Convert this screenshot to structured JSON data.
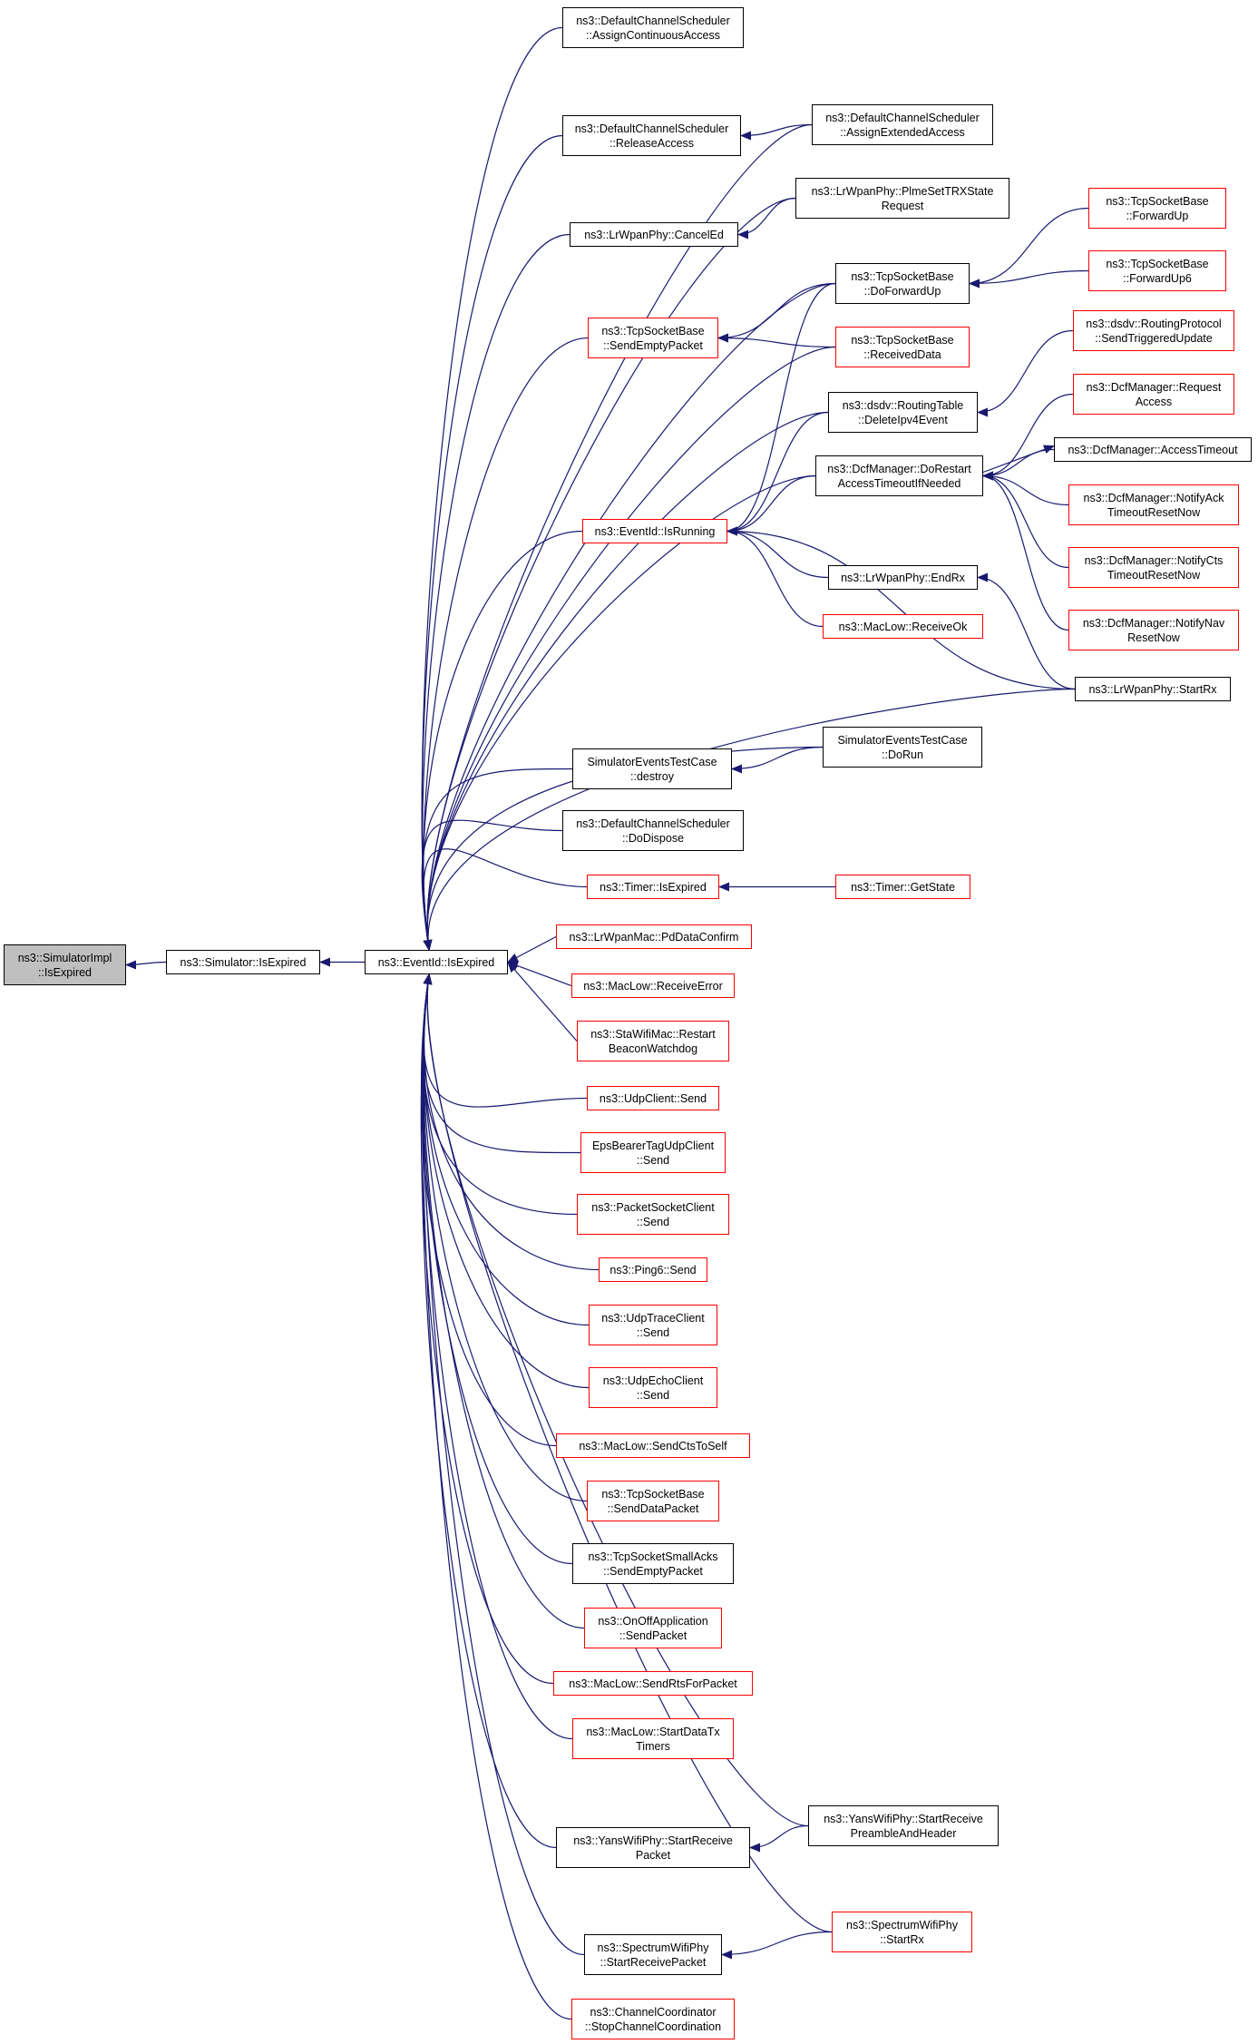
{
  "colors": {
    "edge": "#191970",
    "node_border": "#000000",
    "incomplete_border": "#ff0000",
    "focus_fill": "#bfbfbf"
  },
  "nodes": [
    {
      "id": "simimpl",
      "label": "ns3::SimulatorImpl\n::IsExpired",
      "style": "focus"
    },
    {
      "id": "sim",
      "label": "ns3::Simulator::IsExpired",
      "style": "black"
    },
    {
      "id": "evexp",
      "label": "ns3::EventId::IsExpired",
      "style": "black"
    },
    {
      "id": "dcsassign",
      "label": "ns3::DefaultChannelScheduler\n::AssignContinuousAccess",
      "style": "black"
    },
    {
      "id": "dcsrelease",
      "label": "ns3::DefaultChannelScheduler\n::ReleaseAccess",
      "style": "black"
    },
    {
      "id": "dcsext",
      "label": "ns3::DefaultChannelScheduler\n::AssignExtendedAccess",
      "style": "black"
    },
    {
      "id": "pltrx",
      "label": "ns3::LrWpanPhy::PlmeSetTRXState\nRequest",
      "style": "black"
    },
    {
      "id": "canceled",
      "label": "ns3::LrWpanPhy::CancelEd",
      "style": "black"
    },
    {
      "id": "fwdup",
      "label": "ns3::TcpSocketBase\n::ForwardUp",
      "style": "red"
    },
    {
      "id": "fwdup6",
      "label": "ns3::TcpSocketBase\n::ForwardUp6",
      "style": "red"
    },
    {
      "id": "doforward",
      "label": "ns3::TcpSocketBase\n::DoForwardUp",
      "style": "black"
    },
    {
      "id": "sendempty",
      "label": "ns3::TcpSocketBase\n::SendEmptyPacket",
      "style": "red"
    },
    {
      "id": "recvdata",
      "label": "ns3::TcpSocketBase\n::ReceivedData",
      "style": "red"
    },
    {
      "id": "dsdvtrig",
      "label": "ns3::dsdv::RoutingProtocol\n::SendTriggeredUpdate",
      "style": "red"
    },
    {
      "id": "dsdvdel",
      "label": "ns3::dsdv::RoutingTable\n::DeleteIpv4Event",
      "style": "black"
    },
    {
      "id": "dcfreq",
      "label": "ns3::DcfManager::Request\nAccess",
      "style": "red"
    },
    {
      "id": "dcftimeout",
      "label": "ns3::DcfManager::AccessTimeout",
      "style": "black"
    },
    {
      "id": "dcfrestart",
      "label": "ns3::DcfManager::DoRestart\nAccessTimeoutIfNeeded",
      "style": "black"
    },
    {
      "id": "dcfack",
      "label": "ns3::DcfManager::NotifyAck\nTimeoutResetNow",
      "style": "red"
    },
    {
      "id": "evrun",
      "label": "ns3::EventId::IsRunning",
      "style": "red"
    },
    {
      "id": "dcfcts",
      "label": "ns3::DcfManager::NotifyCts\nTimeoutResetNow",
      "style": "red"
    },
    {
      "id": "endrx",
      "label": "ns3::LrWpanPhy::EndRx",
      "style": "black"
    },
    {
      "id": "dcfnav",
      "label": "ns3::DcfManager::NotifyNav\nResetNow",
      "style": "red"
    },
    {
      "id": "recvok",
      "label": "ns3::MacLow::ReceiveOk",
      "style": "red"
    },
    {
      "id": "startrx",
      "label": "ns3::LrWpanPhy::StartRx",
      "style": "black"
    },
    {
      "id": "setdestroy",
      "label": "SimulatorEventsTestCase\n::destroy",
      "style": "black"
    },
    {
      "id": "setdorun",
      "label": "SimulatorEventsTestCase\n::DoRun",
      "style": "black"
    },
    {
      "id": "dcsdispose",
      "label": "ns3::DefaultChannelScheduler\n::DoDispose",
      "style": "black"
    },
    {
      "id": "timerexp",
      "label": "ns3::Timer::IsExpired",
      "style": "red"
    },
    {
      "id": "timerstate",
      "label": "ns3::Timer::GetState",
      "style": "red"
    },
    {
      "id": "pddata",
      "label": "ns3::LrWpanMac::PdDataConfirm",
      "style": "red"
    },
    {
      "id": "recverr",
      "label": "ns3::MacLow::ReceiveError",
      "style": "red"
    },
    {
      "id": "stawifi",
      "label": "ns3::StaWifiMac::Restart\nBeaconWatchdog",
      "style": "red"
    },
    {
      "id": "udpclient",
      "label": "ns3::UdpClient::Send",
      "style": "red"
    },
    {
      "id": "epsbearer",
      "label": "EpsBearerTagUdpClient\n::Send",
      "style": "red"
    },
    {
      "id": "pktsock",
      "label": "ns3::PacketSocketClient\n::Send",
      "style": "red"
    },
    {
      "id": "ping6",
      "label": "ns3::Ping6::Send",
      "style": "red"
    },
    {
      "id": "udptrace",
      "label": "ns3::UdpTraceClient\n::Send",
      "style": "red"
    },
    {
      "id": "udpecho",
      "label": "ns3::UdpEchoClient\n::Send",
      "style": "red"
    },
    {
      "id": "sendcts",
      "label": "ns3::MacLow::SendCtsToSelf",
      "style": "red"
    },
    {
      "id": "senddata",
      "label": "ns3::TcpSocketBase\n::SendDataPacket",
      "style": "red"
    },
    {
      "id": "smallacks",
      "label": "ns3::TcpSocketSmallAcks\n::SendEmptyPacket",
      "style": "black"
    },
    {
      "id": "onoff",
      "label": "ns3::OnOffApplication\n::SendPacket",
      "style": "red"
    },
    {
      "id": "sendrts",
      "label": "ns3::MacLow::SendRtsForPacket",
      "style": "red"
    },
    {
      "id": "startdatatx",
      "label": "ns3::MacLow::StartDataTx\nTimers",
      "style": "red"
    },
    {
      "id": "yanspreamble",
      "label": "ns3::YansWifiPhy::StartReceive\nPreambleAndHeader",
      "style": "black"
    },
    {
      "id": "yansrecv",
      "label": "ns3::YansWifiPhy::StartReceive\nPacket",
      "style": "black"
    },
    {
      "id": "specrx",
      "label": "ns3::SpectrumWifiPhy\n::StartRx",
      "style": "red"
    },
    {
      "id": "specrecv",
      "label": "ns3::SpectrumWifiPhy\n::StartReceivePacket",
      "style": "black"
    },
    {
      "id": "chancoord",
      "label": "ns3::ChannelCoordinator\n::StopChannelCoordination",
      "style": "red"
    }
  ],
  "edges": [
    [
      "sim",
      "simimpl"
    ],
    [
      "evexp",
      "sim"
    ],
    [
      "dcsassign",
      "evexp"
    ],
    [
      "dcsrelease",
      "evexp"
    ],
    [
      "dcsext",
      "evexp"
    ],
    [
      "pltrx",
      "evexp"
    ],
    [
      "canceled",
      "evexp"
    ],
    [
      "doforward",
      "evexp"
    ],
    [
      "sendempty",
      "evexp"
    ],
    [
      "recvdata",
      "evexp"
    ],
    [
      "dsdvdel",
      "evexp"
    ],
    [
      "dcfrestart",
      "evexp"
    ],
    [
      "evrun",
      "evexp"
    ],
    [
      "startrx",
      "evexp"
    ],
    [
      "setdorun",
      "evexp"
    ],
    [
      "setdestroy",
      "evexp"
    ],
    [
      "dcsdispose",
      "evexp"
    ],
    [
      "timerexp",
      "evexp"
    ],
    [
      "pddata",
      "evexp"
    ],
    [
      "recverr",
      "evexp"
    ],
    [
      "stawifi",
      "evexp"
    ],
    [
      "udpclient",
      "evexp"
    ],
    [
      "epsbearer",
      "evexp"
    ],
    [
      "pktsock",
      "evexp"
    ],
    [
      "ping6",
      "evexp"
    ],
    [
      "udptrace",
      "evexp"
    ],
    [
      "udpecho",
      "evexp"
    ],
    [
      "sendcts",
      "evexp"
    ],
    [
      "senddata",
      "evexp"
    ],
    [
      "smallacks",
      "evexp"
    ],
    [
      "onoff",
      "evexp"
    ],
    [
      "sendrts",
      "evexp"
    ],
    [
      "startdatatx",
      "evexp"
    ],
    [
      "yanspreamble",
      "evexp"
    ],
    [
      "yansrecv",
      "evexp"
    ],
    [
      "specrx",
      "evexp"
    ],
    [
      "specrecv",
      "evexp"
    ],
    [
      "chancoord",
      "evexp"
    ],
    [
      "dcsext",
      "dcsrelease"
    ],
    [
      "pltrx",
      "canceled"
    ],
    [
      "fwdup",
      "doforward"
    ],
    [
      "fwdup6",
      "doforward"
    ],
    [
      "doforward",
      "sendempty"
    ],
    [
      "recvdata",
      "sendempty"
    ],
    [
      "dsdvtrig",
      "dsdvdel"
    ],
    [
      "doforward",
      "evrun"
    ],
    [
      "dsdvdel",
      "evrun"
    ],
    [
      "dcfrestart",
      "evrun"
    ],
    [
      "endrx",
      "evrun"
    ],
    [
      "recvok",
      "evrun"
    ],
    [
      "startrx",
      "evrun"
    ],
    [
      "dcfreq",
      "dcfrestart"
    ],
    [
      "dcftimeout",
      "dcfrestart"
    ],
    [
      "dcfack",
      "dcfrestart"
    ],
    [
      "dcfcts",
      "dcfrestart"
    ],
    [
      "dcfnav",
      "dcfrestart"
    ],
    [
      "dcfrestart",
      "dcftimeout"
    ],
    [
      "startrx",
      "endrx"
    ],
    [
      "setdorun",
      "setdestroy"
    ],
    [
      "timerstate",
      "timerexp"
    ],
    [
      "yanspreamble",
      "yansrecv"
    ],
    [
      "specrx",
      "specrecv"
    ]
  ]
}
